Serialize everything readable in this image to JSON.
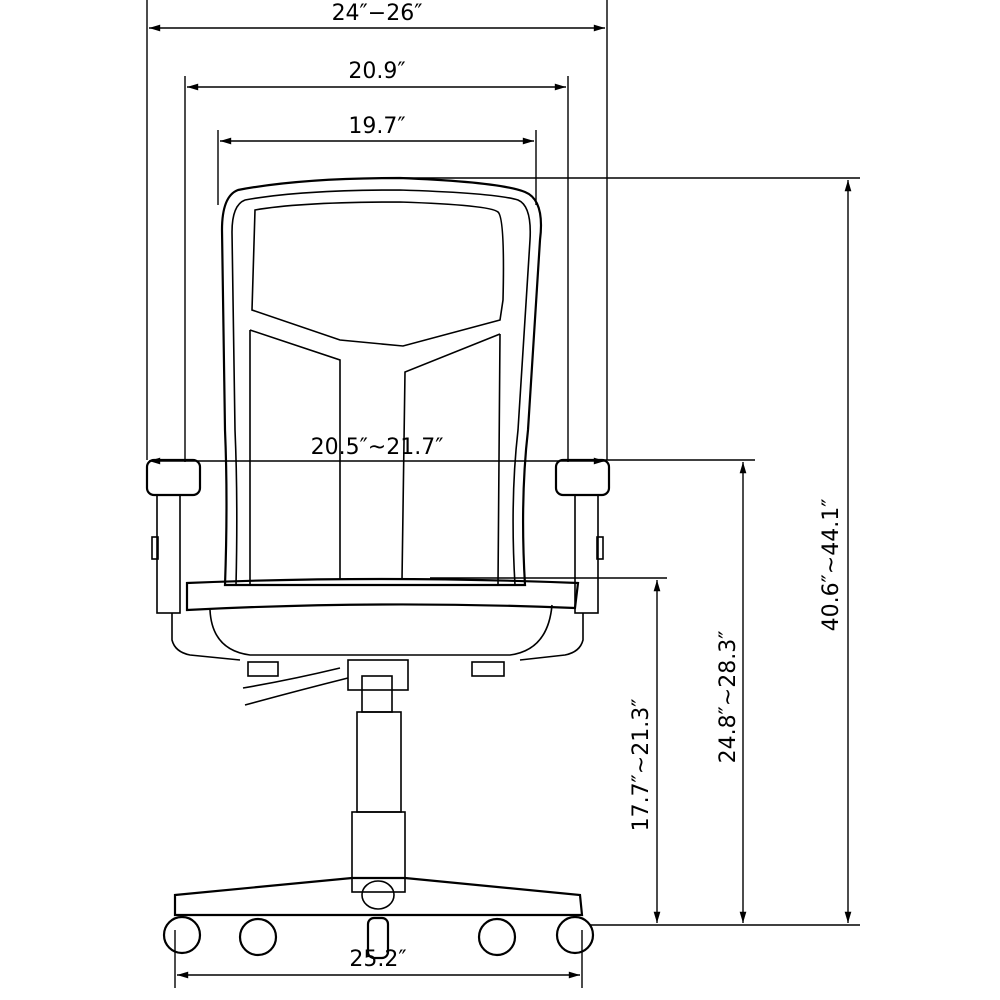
{
  "title": "Office chair dimension drawing",
  "dimensions": {
    "overall_width": "24″−26″",
    "back_outer_width": "20.9″",
    "back_inner_width": "19.7″",
    "arm_width": "20.5″~21.7″",
    "overall_height": "40.6″~44.1″",
    "arm_height": "24.8″~28.3″",
    "seat_height": "17.7″~21.3″",
    "base_width": "25.2″"
  },
  "colors": {
    "line": "#000000",
    "background": "#ffffff"
  }
}
